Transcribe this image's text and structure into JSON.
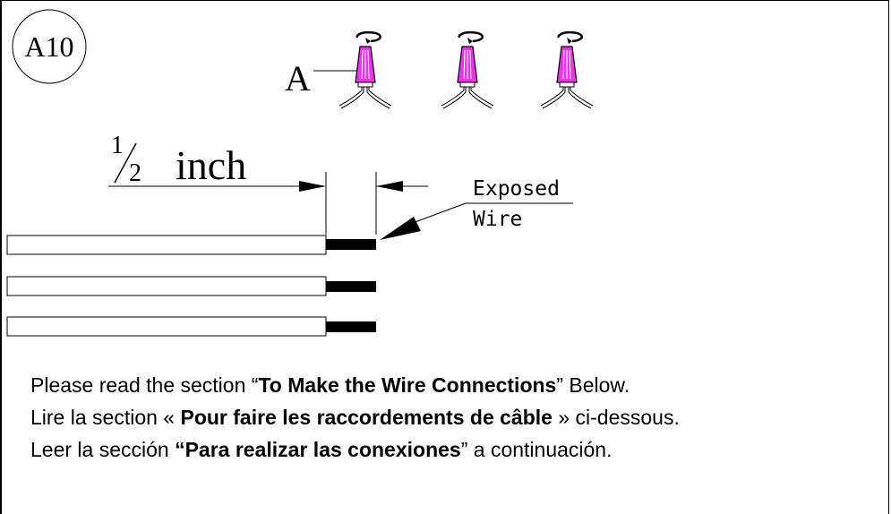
{
  "figure": {
    "step_badge": "A10",
    "connector_label": "A",
    "dimension_label": "inch",
    "dimension_fraction": {
      "numerator": "1",
      "denominator": "2"
    },
    "callout_line1": "Exposed",
    "callout_line2": "Wire",
    "connector_color": "#ee33ee",
    "wire_count": 3,
    "connector_count": 3
  },
  "instructions": {
    "en_pre": "Please read the section “",
    "en_bold": "To Make the Wire Connections",
    "en_post": "” Below.",
    "fr_pre": "Lire la section « ",
    "fr_bold": "Pour faire les raccordements de câble",
    "fr_post": " » ci-dessous.",
    "es_pre": "Leer la sección ",
    "es_bold": "“Para realizar las conexiones",
    "es_post": "” a continuación."
  }
}
